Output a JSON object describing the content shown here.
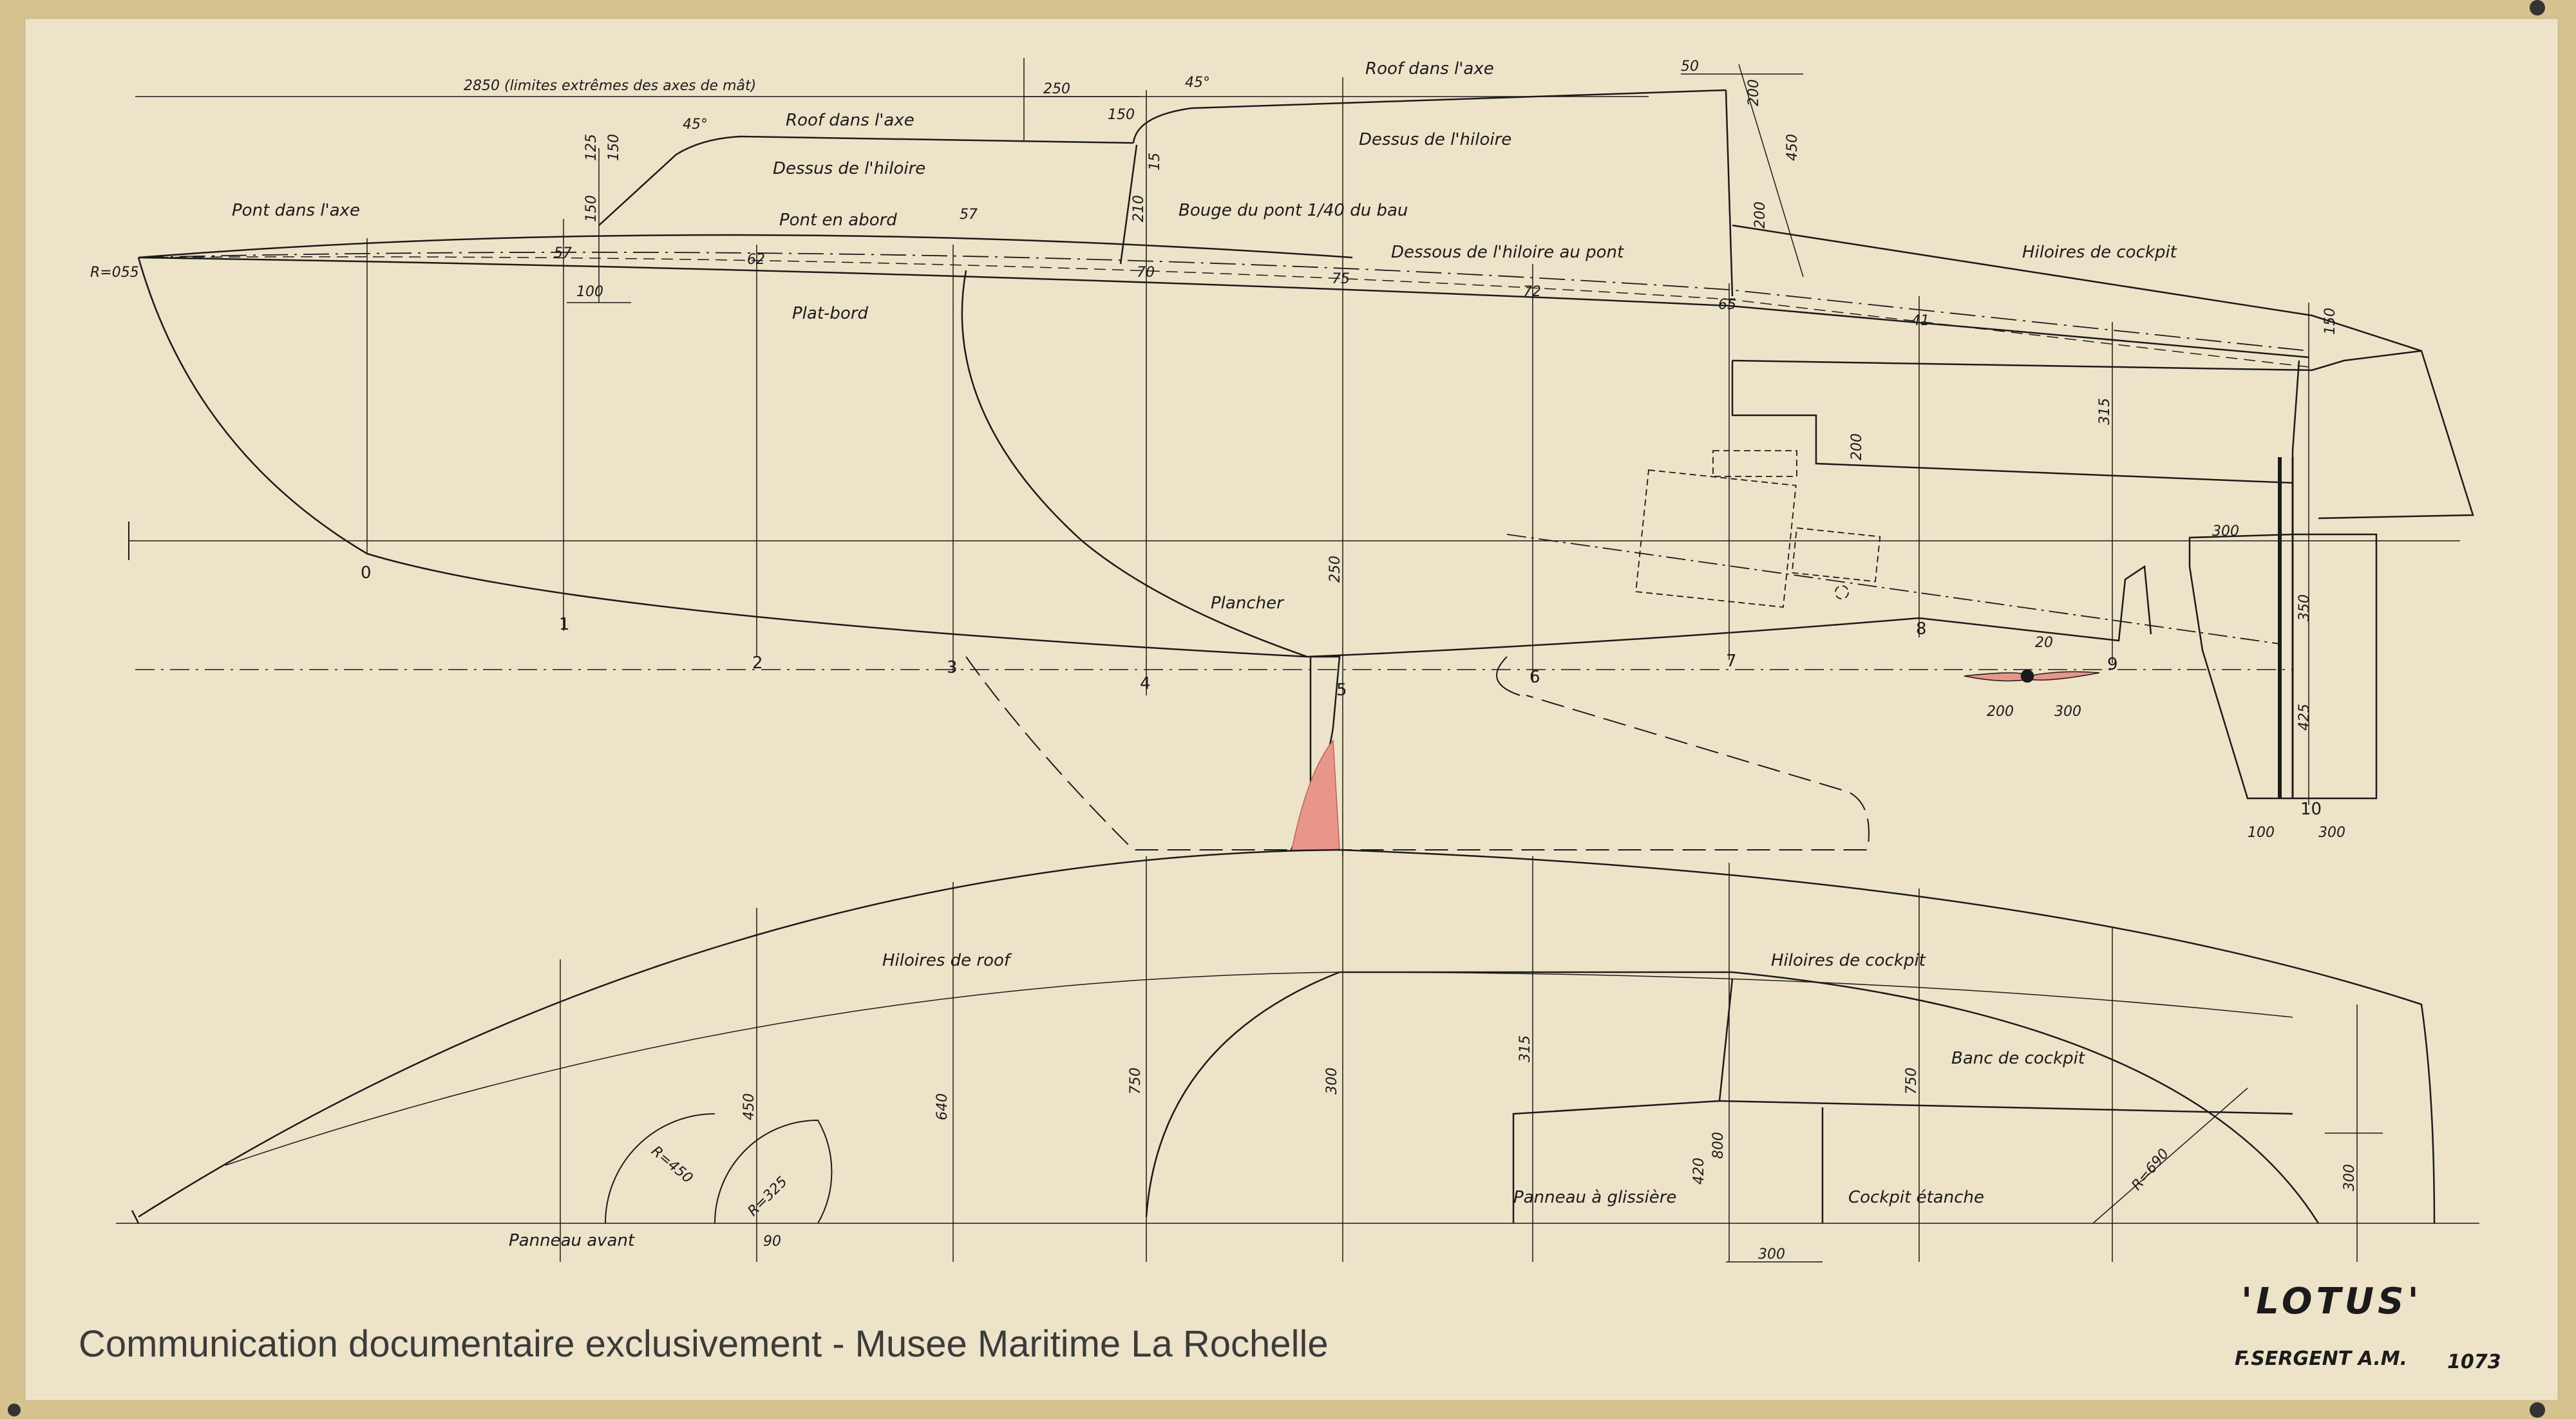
{
  "drawing": {
    "title": "'LOTUS'",
    "signature": "F.SERGENT A.M.",
    "reference": "1073",
    "watermark": "Communication documentaire exclusivement - Musee Maritime La Rochelle"
  },
  "labels": {
    "mast_limits": "2850 (limites extrêmes des axes de mât)",
    "roof_axis_left": "Roof dans l'axe",
    "roof_axis_right": "Roof dans l'axe",
    "hiloire_top_left": "Dessus de l'hiloire",
    "hiloire_top_right": "Dessus de l'hiloire",
    "deck_axis": "Pont dans l'axe",
    "deck_edge": "Pont en abord",
    "deck_camber": "Bouge du pont 1/40 du bau",
    "hiloire_under": "Dessous de l'hiloire au pont",
    "gunwale": "Plat-bord",
    "cockpit_coaming": "Hiloires de cockpit",
    "floor": "Plancher",
    "roof_coaming_plan": "Hiloires de roof",
    "cockpit_coaming_plan": "Hiloires de cockpit",
    "cockpit_bench": "Banc de cockpit",
    "front_panel": "Panneau avant",
    "sliding_panel": "Panneau à glissière",
    "watertight_cockpit": "Cockpit étanche"
  },
  "stations": [
    "0",
    "1",
    "2",
    "3",
    "4",
    "5",
    "6",
    "7",
    "8",
    "9",
    "10"
  ],
  "dimensions": {
    "d250a": "250",
    "d50": "50",
    "d200a": "200",
    "d450": "450",
    "d200b": "200",
    "d150a": "150",
    "d125": "125",
    "d150b": "150",
    "d100": "100",
    "a45a": "45°",
    "a45b": "45°",
    "d150c": "150",
    "d210": "210",
    "d15": "15",
    "d57": "57",
    "st57": "57",
    "st62": "62",
    "st70": "70",
    "st75": "75",
    "st72": "72",
    "st65": "65",
    "st41": "41",
    "d250b": "250",
    "d200c": "200",
    "d315": "315",
    "d150d": "150",
    "d300a": "300",
    "d350": "350",
    "d425": "425",
    "d200e": "200",
    "d300b": "300",
    "d100b": "100",
    "d300c": "300",
    "d20": "20",
    "r055": "R=055",
    "p450": "450",
    "p640": "640",
    "p750a": "750",
    "p300": "300",
    "p315": "315",
    "p750b": "750",
    "p800": "800",
    "p420": "420",
    "p300b": "300",
    "p300c": "300",
    "r690": "R=690",
    "r450": "R=450",
    "r325": "R=325",
    "p90": "90"
  },
  "colors": {
    "paper": "#ede3c9",
    "ink": "#1b1b1b",
    "keel_fill": "#e8968a",
    "border": "#d6c28f"
  }
}
